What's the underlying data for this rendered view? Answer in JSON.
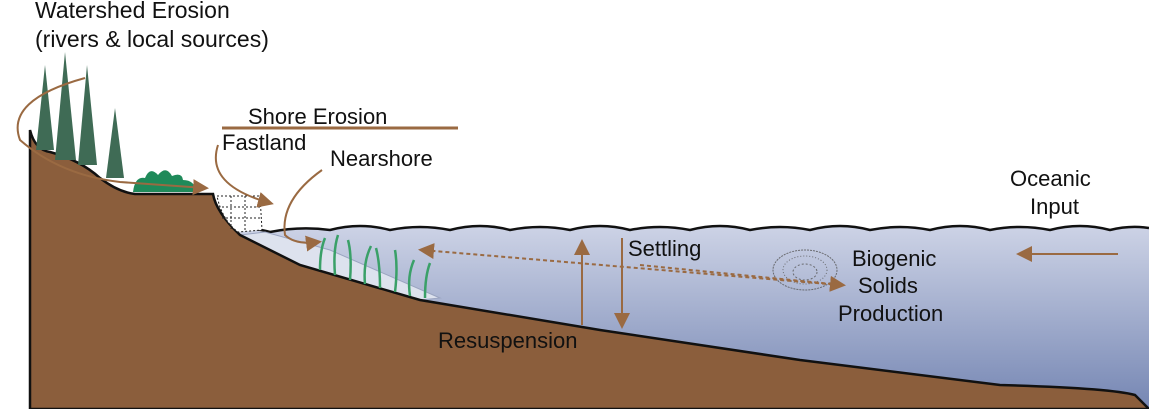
{
  "labels": {
    "watershed_line1": "Watershed Erosion",
    "watershed_line2": "(rivers & local sources)",
    "shore_erosion": "Shore Erosion",
    "fastland": "Fastland",
    "nearshore": "Nearshore",
    "oceanic_line1": "Oceanic",
    "oceanic_line2": "Input",
    "settling": "Settling",
    "biogenic_line1": "Biogenic",
    "biogenic_line2": "Solids",
    "biogenic_line3": "Production",
    "resuspension": "Resuspension"
  },
  "colors": {
    "soil": "#8b5e3c",
    "arrow": "#9a6a42",
    "water_top": "#cdd3e6",
    "water_bottom": "#7586b3",
    "tree": "#3f6b55",
    "shrub": "#1f8a5a",
    "seagrass": "#3aa068"
  }
}
